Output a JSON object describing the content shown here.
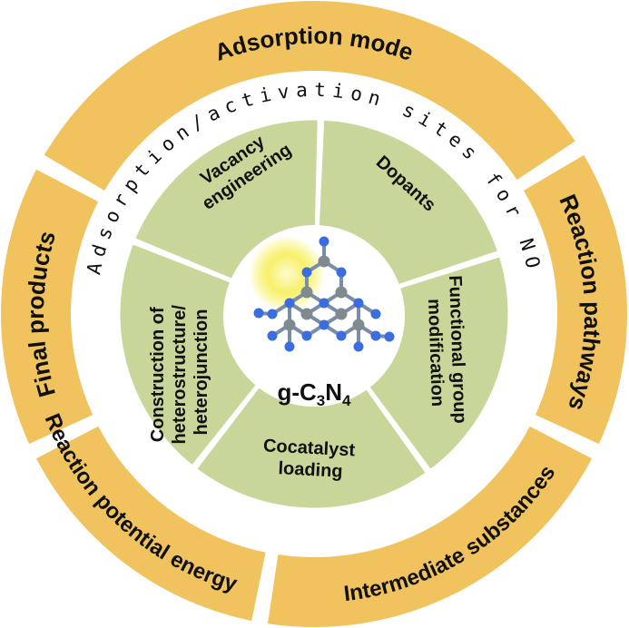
{
  "colors": {
    "outer_ring": "#f1c35f",
    "outer_gap": "#ffffff",
    "middle_ring": "#ffffff",
    "inner_sectors": "#c9d69a",
    "core": "#ffffff",
    "atom_nitrogen": "#3a6de0",
    "atom_carbon": "#7f8a8f",
    "light_burst": "#f5ee3a"
  },
  "outer_segments": [
    {
      "label": "Adsorption mode"
    },
    {
      "label": "Reaction pathways"
    },
    {
      "label": "Intermediate substances"
    },
    {
      "label": "Reaction potential energy"
    },
    {
      "label": "Final products"
    }
  ],
  "ring_text": {
    "arc_text": "Adsorption/activation sites for NO"
  },
  "inner_sectors": [
    {
      "line1": "Vacancy",
      "line2": "engineering"
    },
    {
      "line1": "Dopants",
      "line2": ""
    },
    {
      "line1": "Functional group",
      "line2": "modification"
    },
    {
      "line1": "Cocatalyst",
      "line2": "loading"
    },
    {
      "line1": "Construction of",
      "line2": "heterostructure/",
      "line3": "heterojunction"
    }
  ],
  "core": {
    "prefix": "g-C",
    "sub1": "3",
    "mid": "N",
    "sub2": "4",
    "icon": "g-C3N4-molecule-icon"
  }
}
